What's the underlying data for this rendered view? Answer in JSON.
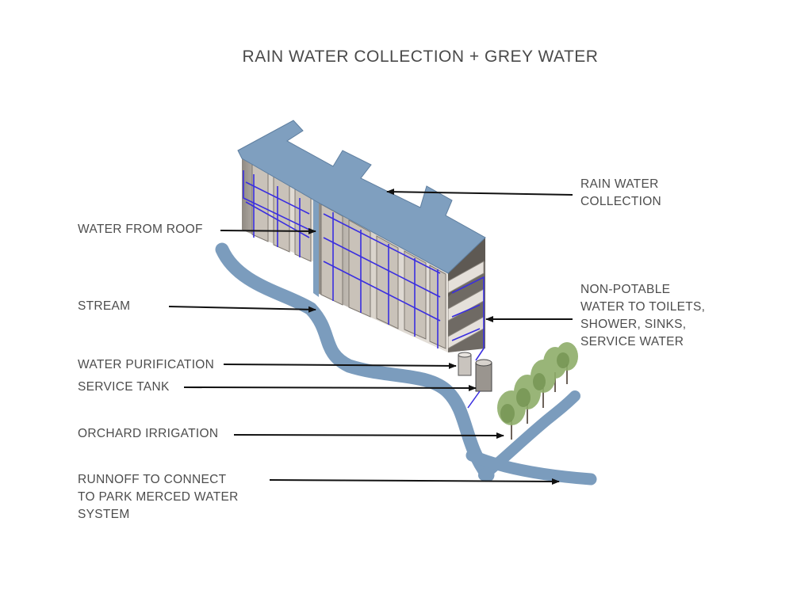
{
  "title": "RAIN WATER COLLECTION + GREY WATER",
  "labels": {
    "rain_water": [
      "RAIN WATER",
      "COLLECTION"
    ],
    "water_from_roof": "WATER FROM ROOF",
    "stream": "STREAM",
    "non_potable": [
      "NON-POTABLE",
      "WATER TO TOILETS,",
      "SHOWER, SINKS,",
      "SERVICE WATER"
    ],
    "water_purification": "WATER PURIFICATION",
    "service_tank": "SERVICE TANK",
    "orchard_irrigation": "ORCHARD IRRIGATION",
    "runoff": [
      "RUNNOFF TO CONNECT",
      "TO PARK MERCED WATER",
      "SYSTEM"
    ]
  },
  "colors": {
    "roof": "#7f9fbf",
    "stream": "#7b9cbd",
    "pipes": "#3a2ee0",
    "walls": "#cfc8bf",
    "wall_shadow": "#8d8780",
    "trees": "#8fae6a",
    "arrows": "#111111",
    "text": "#4d4d4d"
  }
}
